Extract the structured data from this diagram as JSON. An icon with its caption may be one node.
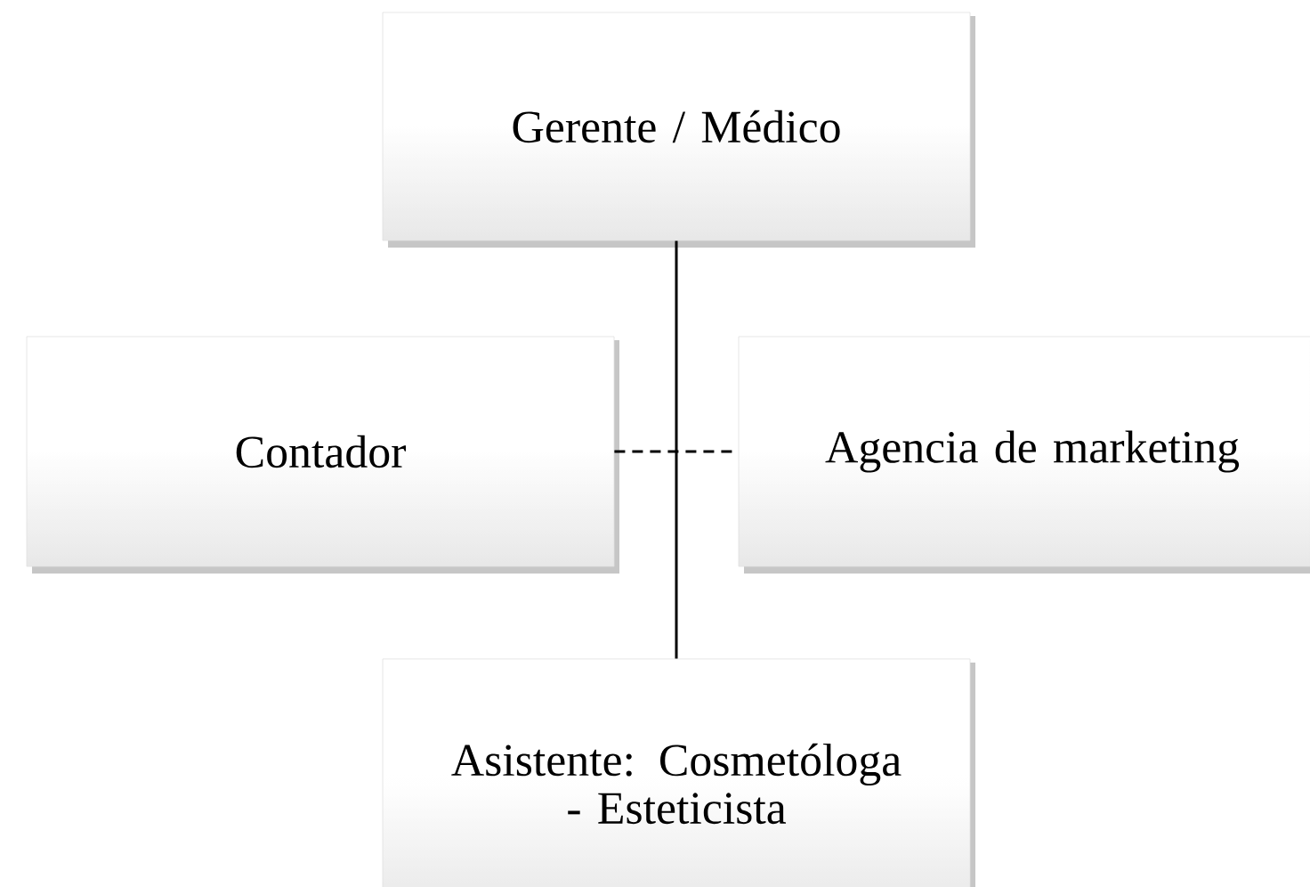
{
  "diagram": {
    "nodes": [
      {
        "text": [
          "Gerente / Médico"
        ]
      },
      {
        "text": [
          "Contador"
        ]
      },
      {
        "text": [
          "Agencia de marketing"
        ]
      },
      {
        "text": [
          "Asistente: Cosmetóloga - Esteticista"
        ]
      }
    ],
    "edges": [
      {
        "from": 0,
        "to": 3,
        "arrow": "none"
      },
      {
        "from": 1,
        "to": 2,
        "arrow": "none",
        "style": "dashed"
      }
    ]
  }
}
